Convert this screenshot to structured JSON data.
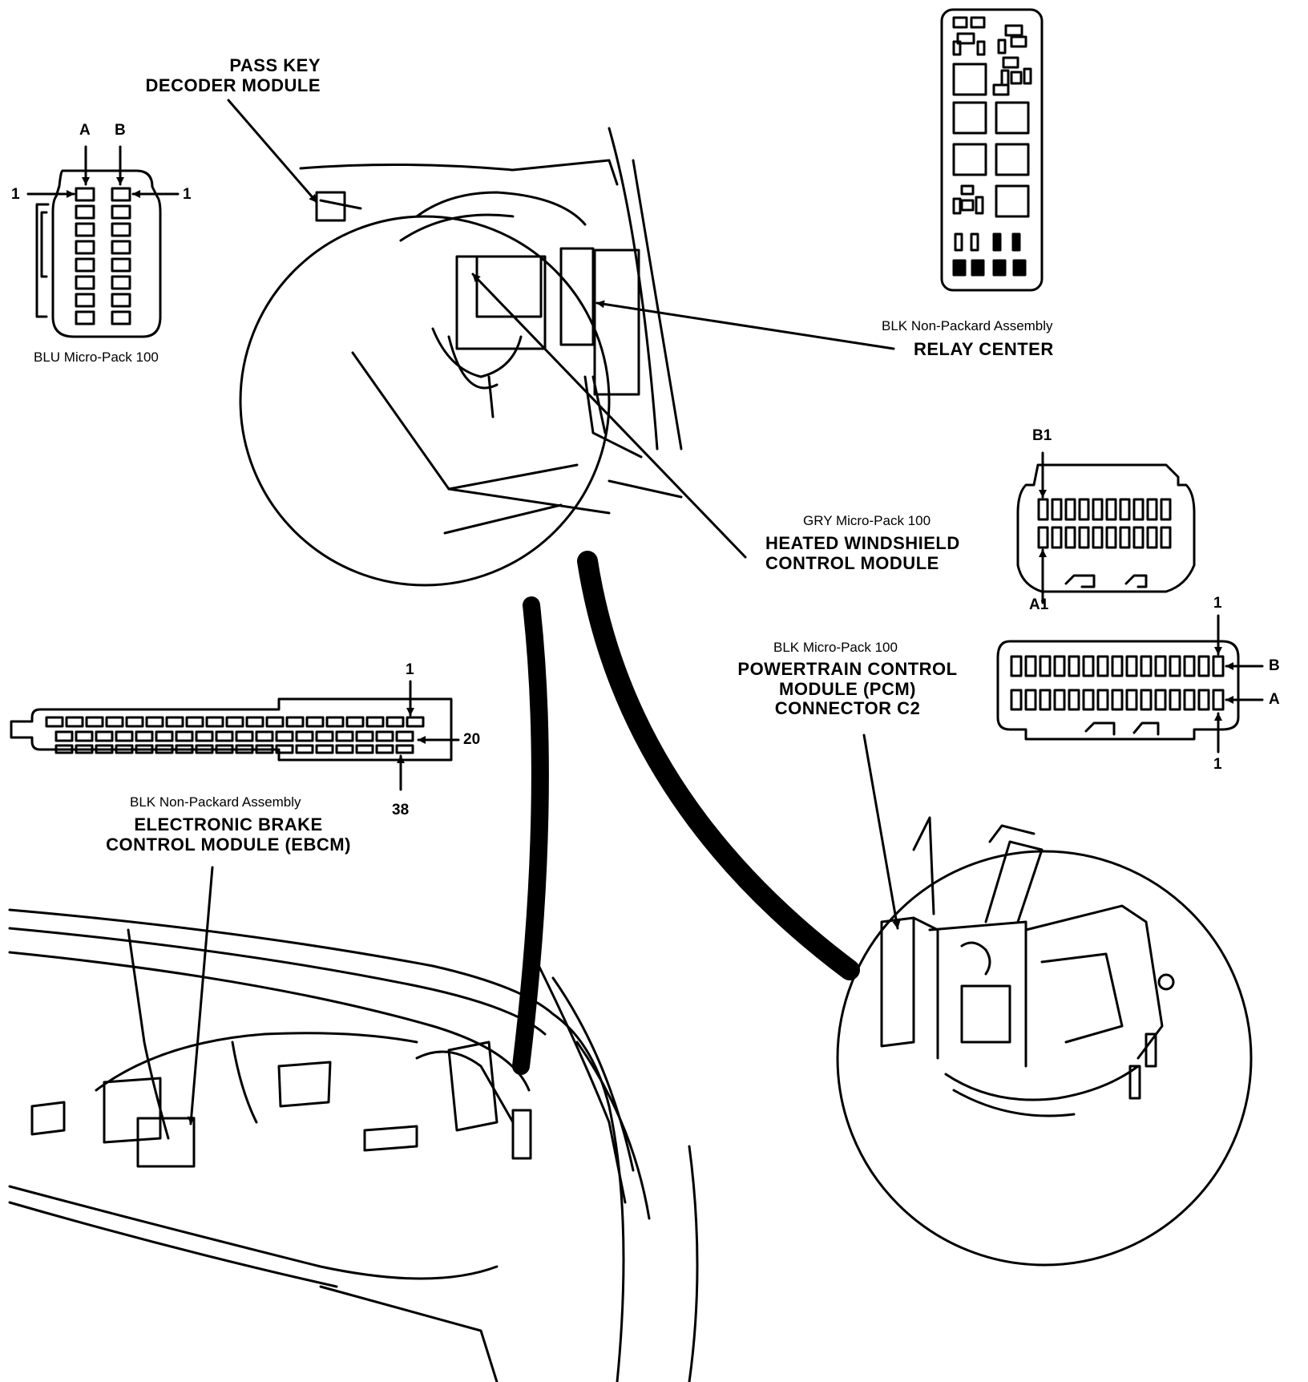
{
  "colors": {
    "ink": "#000000",
    "paper": "#ffffff"
  },
  "labels": {
    "pass_key": {
      "line1": "PASS KEY",
      "line2": "DECODER MODULE"
    },
    "blu_pack": {
      "title": "BLU Micro-Pack 100",
      "pin_a": "A",
      "pin_b": "B",
      "pin_left_1": "1",
      "pin_right_1": "1"
    },
    "relay": {
      "sub": "BLK Non-Packard Assembly",
      "title": "RELAY CENTER"
    },
    "gry_pack": {
      "sub": "GRY Micro-Pack 100",
      "pin_b1": "B1",
      "pin_a1": "A1"
    },
    "heated": {
      "line1": "HEATED WINDSHIELD",
      "line2": "CONTROL MODULE"
    },
    "pcm": {
      "sub": "BLK Micro-Pack 100",
      "line1": "POWERTRAIN CONTROL",
      "line2": "MODULE (PCM)",
      "line3": "CONNECTOR C2",
      "pin_top_1": "1",
      "pin_bottom_1": "1",
      "pin_b": "B",
      "pin_a": "A"
    },
    "ebcm": {
      "sub": "BLK Non-Packard Assembly",
      "line1": "ELECTRONIC BRAKE",
      "line2": "CONTROL MODULE (EBCM)",
      "pin_1": "1",
      "pin_20": "20",
      "pin_38": "38"
    }
  }
}
